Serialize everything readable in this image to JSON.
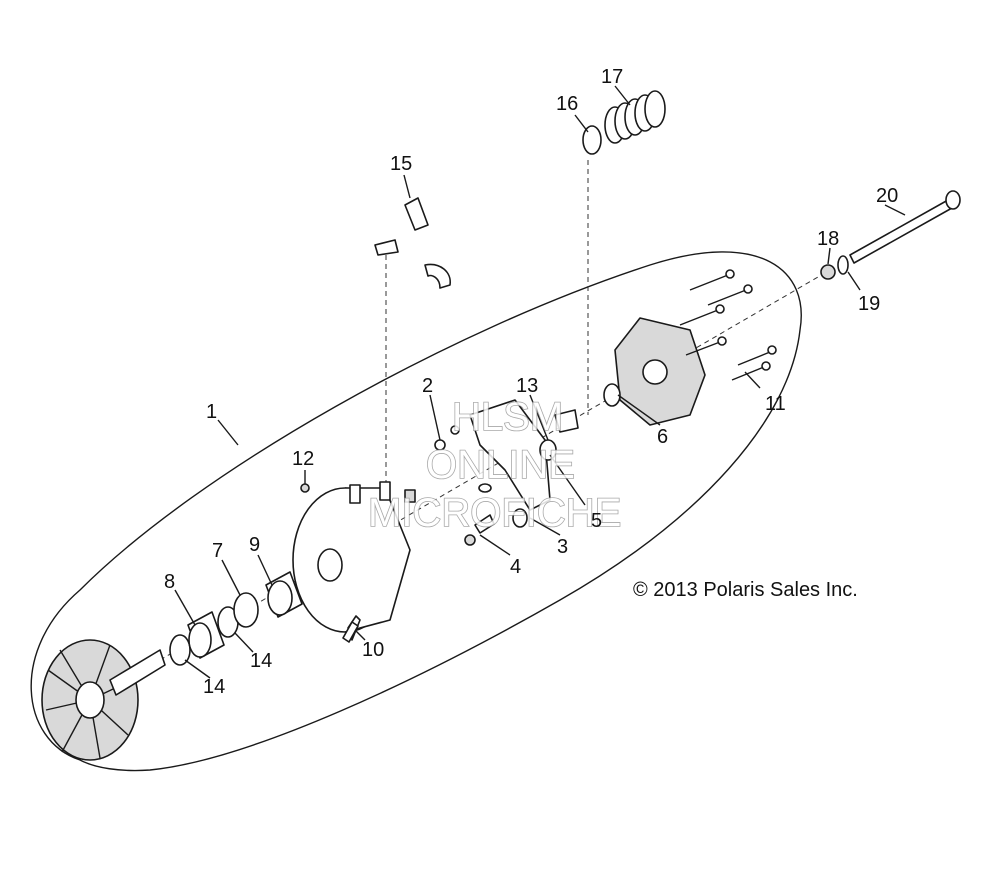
{
  "diagram": {
    "copyright": "© 2013 Polaris Sales Inc.",
    "watermark": [
      "HLSM",
      "ONLINE",
      "MICROFICHE"
    ],
    "callouts": [
      {
        "id": "c1",
        "text": "1"
      },
      {
        "id": "c2",
        "text": "2"
      },
      {
        "id": "c3",
        "text": "3"
      },
      {
        "id": "c4",
        "text": "4"
      },
      {
        "id": "c5",
        "text": "5"
      },
      {
        "id": "c6",
        "text": "6"
      },
      {
        "id": "c7",
        "text": "7"
      },
      {
        "id": "c8",
        "text": "8"
      },
      {
        "id": "c9",
        "text": "9"
      },
      {
        "id": "c10",
        "text": "10"
      },
      {
        "id": "c11",
        "text": "11"
      },
      {
        "id": "c12",
        "text": "12"
      },
      {
        "id": "c13",
        "text": "13"
      },
      {
        "id": "c14a",
        "text": "14"
      },
      {
        "id": "c14b",
        "text": "14"
      },
      {
        "id": "c15",
        "text": "15"
      },
      {
        "id": "c16",
        "text": "16"
      },
      {
        "id": "c17",
        "text": "17"
      },
      {
        "id": "c18",
        "text": "18"
      },
      {
        "id": "c19",
        "text": "19"
      },
      {
        "id": "c20",
        "text": "20"
      }
    ]
  }
}
